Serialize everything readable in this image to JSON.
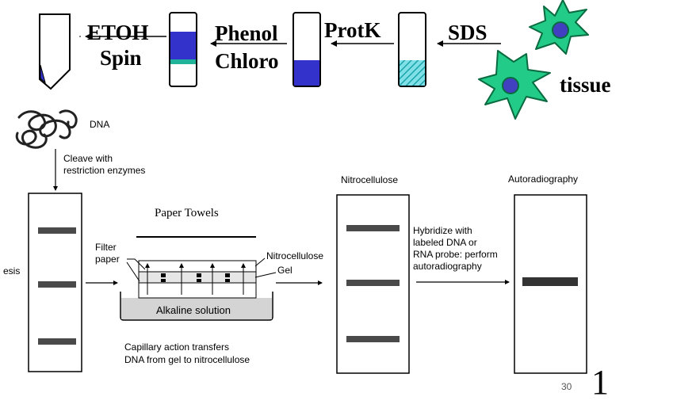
{
  "extraction": {
    "etoh": "ETOH",
    "spin": "Spin",
    "phenol": "Phenol",
    "chloro": "Chloro",
    "protk": "ProtK",
    "sds": "SDS",
    "tissue": "tissue"
  },
  "southern": {
    "dna": "DNA",
    "cleave_line1": "Cleave with",
    "cleave_line2": "restriction enzymes",
    "electrophoresis_fragment": "esis",
    "paper_towels": "Paper Towels",
    "filter_line1": "Filter",
    "filter_line2": "paper",
    "nitrocellulose_side": "Nitrocellulose",
    "gel": "Gel",
    "alkaline_solution": "Alkaline solution",
    "capillary_line1": "Capillary action transfers",
    "capillary_line2": "DNA from gel to nitrocellulose",
    "nitrocellulose_title": "Nitrocellulose",
    "hybridize_line1": "Hybridize with",
    "hybridize_line2": "labeled DNA or",
    "hybridize_line3": "RNA probe: perform",
    "hybridize_line4": "autoradiography",
    "autoradiography_title": "Autoradiography"
  },
  "footer": {
    "page_number_partial": "30",
    "slide_number": "1"
  },
  "colors": {
    "pellet_blue": "#3333cc",
    "cell_green": "#22cc88",
    "cell_outline": "#0a6a40",
    "nucleus_blue": "#4040c0",
    "interface_teal": "#1fb39a",
    "hatch_teal": "#1aa3a8",
    "band_gray": "#4a4a4a"
  }
}
